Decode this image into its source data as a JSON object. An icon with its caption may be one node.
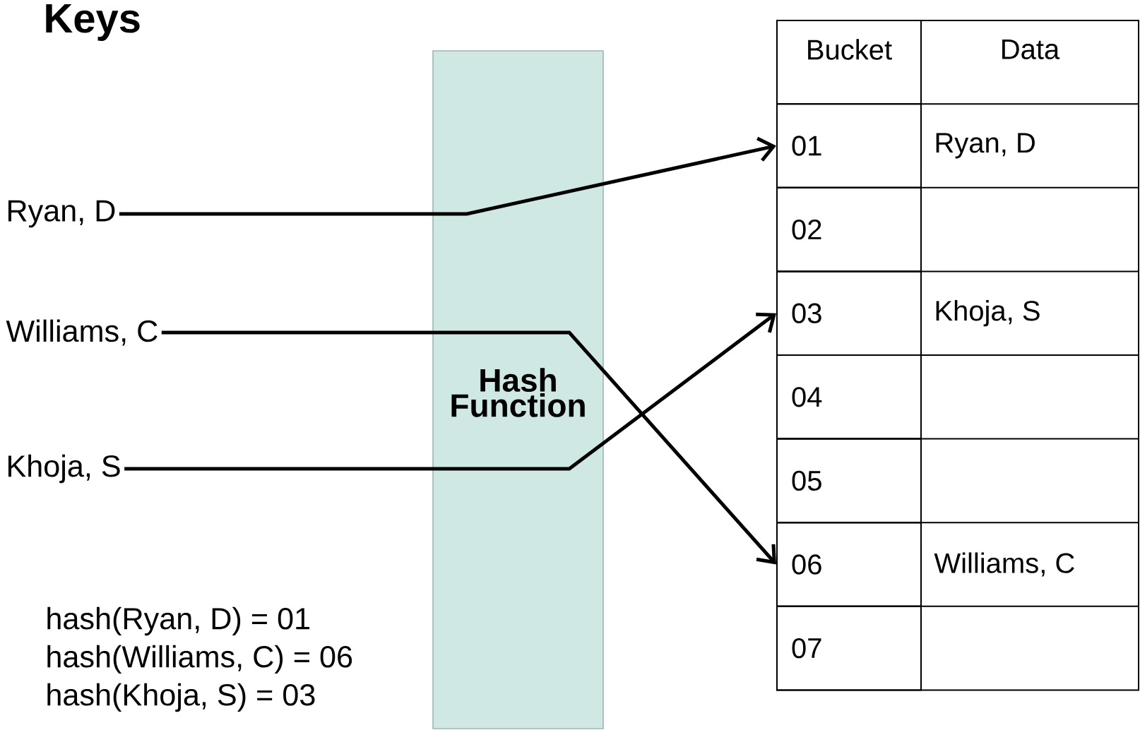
{
  "diagram": {
    "nodes": [
      {
        "text": [
          "Ryan, D"
        ]
      },
      {
        "text": [
          "Williams, C"
        ]
      },
      {
        "text": [
          "Khoja, S"
        ]
      },
      {
        "text": [
          "Hash Function"
        ]
      },
      {
        "text": [
          "01"
        ]
      },
      {
        "text": [
          "02"
        ]
      },
      {
        "text": [
          "03"
        ]
      },
      {
        "text": [
          "04"
        ]
      },
      {
        "text": [
          "05"
        ]
      },
      {
        "text": [
          "06"
        ]
      },
      {
        "text": [
          "07"
        ]
      }
    ],
    "edges": [
      {
        "from": 0,
        "to": 4,
        "arrow": "to"
      },
      {
        "from": 1,
        "to": 9,
        "arrow": "to"
      },
      {
        "from": 2,
        "to": 6,
        "arrow": "to"
      }
    ],
    "labels": [
      "Keys",
      "Bucket",
      "Data",
      "Ryan, D",
      "Khoja, S",
      "Williams, C",
      "hash(Ryan, D) = 01",
      "hash(Williams, C) = 06",
      "hash(Khoja, S) = 03"
    ]
  }
}
